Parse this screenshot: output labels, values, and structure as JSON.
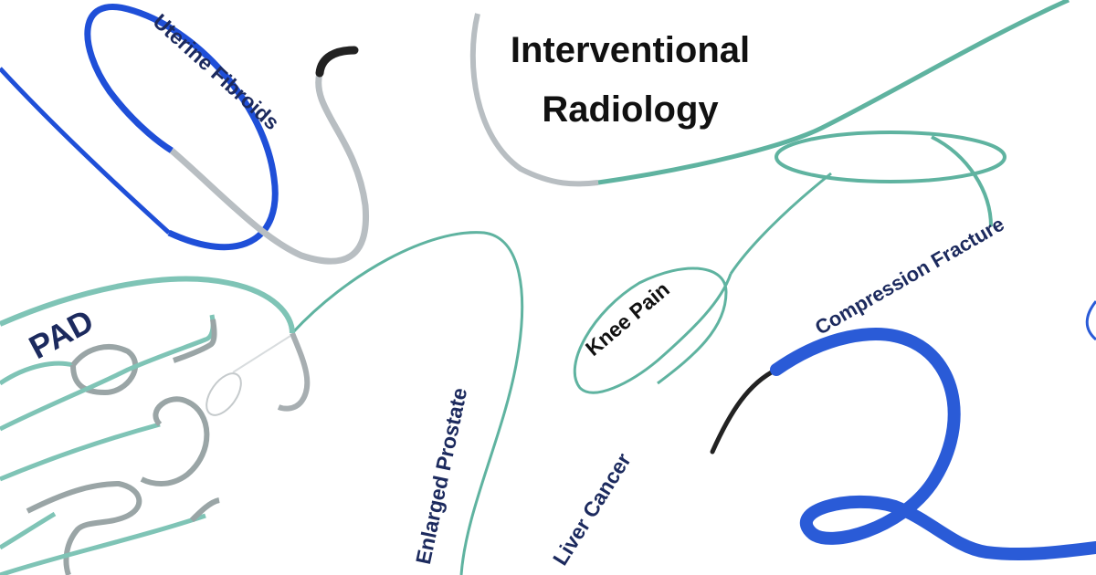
{
  "title": {
    "line1": "Interventional",
    "line2": "Radiology"
  },
  "labels": {
    "uterine_fibroids": "Uterine Fibroids",
    "pad": "PAD",
    "enlarged_prostate": "Enlarged Prostate",
    "knee_pain": "Knee Pain",
    "liver_cancer": "Liver Cancer",
    "compression_fracture": "Compression Fracture"
  },
  "colors": {
    "background": "#ffffff",
    "title_text": "#111111",
    "label_text": "#1c2a5e",
    "catheter_blue": "#1f4fd8",
    "catheter_green": "#5fb3a0",
    "wire_gray": "#a7aeb1",
    "tip_black": "#222222"
  }
}
